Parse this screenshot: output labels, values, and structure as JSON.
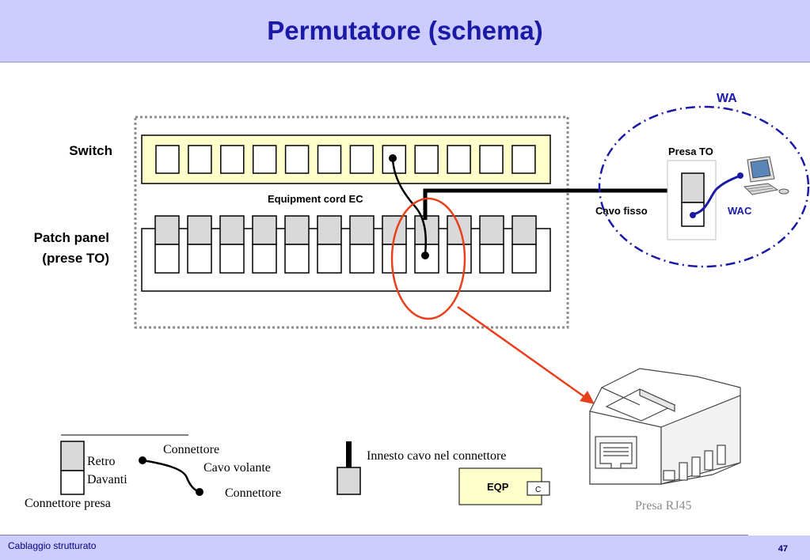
{
  "slide": {
    "title": "Permutatore (schema)",
    "footer_left": "Cablaggio strutturato",
    "page_number": "47"
  },
  "diagram": {
    "switch_label": "Switch",
    "patch_panel_label_line1": "Patch panel",
    "patch_panel_label_line2": "(prese TO)",
    "equipment_cord_label": "Equipment cord EC",
    "cavo_fisso_label": "Cavo fisso",
    "wa_label": "WA",
    "presa_to_label": "Presa TO",
    "wac_label": "WAC",
    "presa_rj45_label": "Presa RJ45"
  },
  "legend": {
    "retro": "Retro",
    "davanti": "Davanti",
    "connettore_presa": "Connettore presa",
    "connettore_top": "Connettore",
    "cavo_volante": "Cavo volante",
    "connettore_bottom": "Connettore",
    "innesto": "Innesto cavo nel connettore",
    "eqp": "EQP",
    "eqp_port": "C"
  },
  "colors": {
    "title_bg": "#ccccff",
    "title_text": "#1a1aa6",
    "switch_fill": "#ffffcc",
    "retro_fill": "#d9d9d9",
    "highlight": "#e8401c",
    "wa_ellipse": "#1a1aa6"
  }
}
